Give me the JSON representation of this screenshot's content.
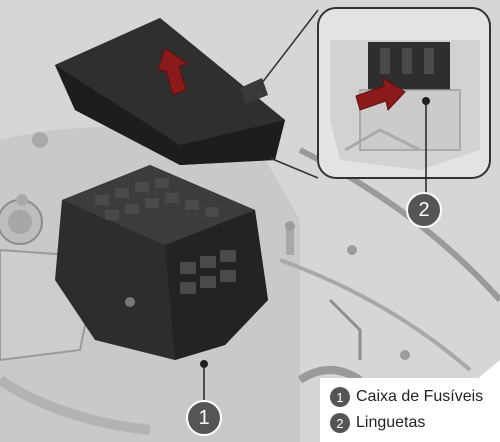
{
  "callouts": [
    {
      "number": "1",
      "label": "Caixa de Fusíveis"
    },
    {
      "number": "2",
      "label": "Linguetas"
    }
  ],
  "colors": {
    "component": "#2d2d2d",
    "engine_bay": "#d9d9d9",
    "callout_badge": "#555555",
    "arrow": "#8b1a1a"
  },
  "icons": [
    "up-arrow-icon",
    "push-arrow-icon"
  ]
}
